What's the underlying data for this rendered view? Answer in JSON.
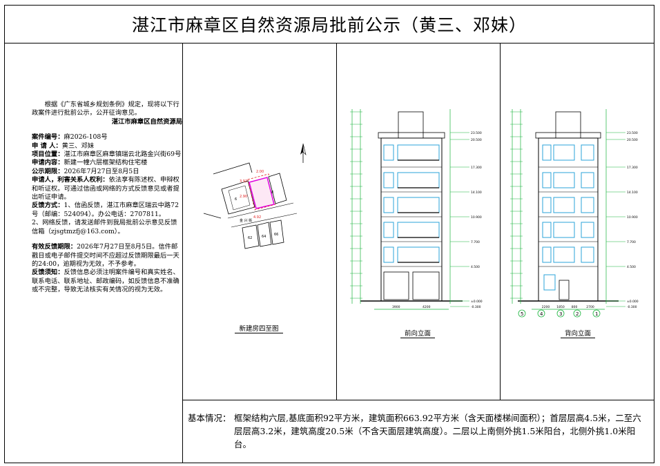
{
  "title": "湛江市麻章区自然资源局批前公示（黄三、邓妹）",
  "notice": {
    "intro": "根据《广东省城乡规划条例》规定，现将以下行政案件进行批前公示，公开征询意见。",
    "issuer": "湛江市麻章区自然资源局",
    "case_no_label": "案件编号：",
    "case_no": "麻2026-108号",
    "applicant_label": "申 请 人：",
    "applicant": "黄三、邓妹",
    "location_label": "项目位置：",
    "location": "湛江市麻章区麻章镇瑞云北路金兴街69号",
    "content_label": "申请内容：",
    "content": "新建一幢六层框架结构住宅楼",
    "period_label": "公示期限：",
    "period": "2026年7月27日至8月5日",
    "rights_label": "申请人，利害关系人权利：",
    "rights": "依法享有陈述权、申辩权和听证权。可通过信函或网络的方式反馈意见或者提出听证申请。",
    "feedback_label": "反馈方式：",
    "feedback_1": "1、信函反馈，湛江市麻章区瑞云中路72号（邮编：524094）。办公电话：2707811。",
    "feedback_2": "2、网络反馈，请发送邮件到我局批前公示意见反馈信箱（zjsgtmzfj@163.com）。",
    "valid_label": "有效反馈期限：",
    "valid": "2026年7月27日至8月5日。信件邮戳日或电子邮件提交时间不应超过反馈期限最后一天的24:00，逾期视为无效，不予参考。",
    "note_label": "反馈须知：",
    "note": "反馈信息必须注明案件编号和真实姓名、联系电话、联系地址、邮政编码，如反馈信息不准确或不完整，导致无法核实有关情况的视为无效。"
  },
  "site_plan": {
    "caption": "新建房四至图",
    "dim_top": "2.00",
    "dim_left": "3.92",
    "dim_left2": "2.90",
    "dim_bottom": "4.92",
    "lot_a": "6",
    "lot_b": "8",
    "lot_c": "62",
    "lot_d": "64",
    "lot_e": "66",
    "road_label": "金 兴 街"
  },
  "elevation_front": {
    "caption": "前向立面",
    "levels": [
      "23.500",
      "20.500",
      "17.300",
      "14.100",
      "10.900",
      "7.700",
      "4.500",
      "±0.000",
      "-0.300"
    ],
    "bottom_dims": [
      "3900",
      "4200"
    ]
  },
  "elevation_back": {
    "caption": "背向立面",
    "levels": [
      "23.500",
      "20.500",
      "17.300",
      "14.100",
      "10.900",
      "7.700",
      "4.500",
      "±0.000",
      "-0.300"
    ],
    "bottom_dims": [
      "2200",
      "1850",
      "800",
      "2700"
    ],
    "axes": [
      "5",
      "4",
      "3",
      "2",
      "1"
    ]
  },
  "basic": {
    "label": "基本情况：",
    "content": "框架结构六层,基底面积92平方米，建筑面积663.92平方米（含天面楼梯间面积）；首层层高4.5米，二至六层层高3.2米，建筑高度20.5米（不含天面层建筑高度）。二层以上南侧外挑1.5米阳台，北侧外挑1.0米阳台。"
  },
  "colors": {
    "drawing_green": "#19b43c",
    "window_cyan": "#2aa3d8",
    "site_magenta": "#e000e0",
    "site_red": "#e02020"
  }
}
